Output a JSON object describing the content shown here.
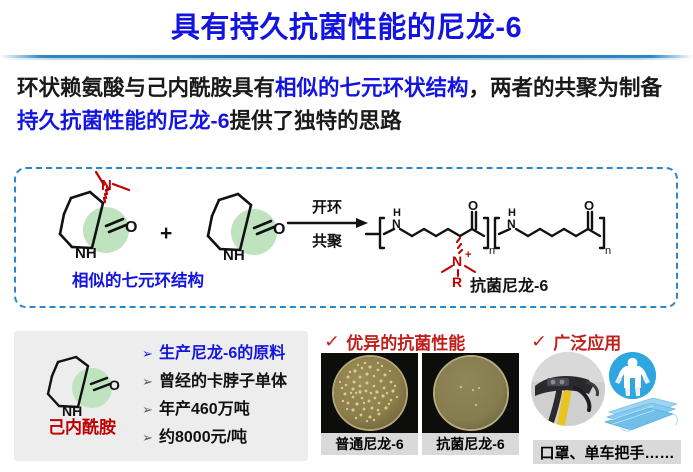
{
  "slide": {
    "title": "具有持久抗菌性能的尼龙-6",
    "lead_line1_a": "环状赖氨酸与己内酰胺具有",
    "lead_line1_hl": "相似的七元环状结构",
    "lead_line1_b": "，两者",
    "lead_line2_a": "的共聚为制备",
    "lead_line2_hl": "持久抗菌性能的尼龙-6",
    "lead_line2_b": "提供了独特的思路"
  },
  "scheme": {
    "label_similar": "相似的七元环结构",
    "label_product": "抗菌尼龙-6",
    "arrow_top": "开环",
    "arrow_bottom": "共聚",
    "plus": "+",
    "atom_N": "N",
    "atom_O": "O",
    "atom_NH": "NH",
    "atom_H": "H",
    "atom_R": "R",
    "charge": "+",
    "subscript_n": "n",
    "colors": {
      "dashed_border": "#2E86C8",
      "red_group": "#C00000",
      "highlight_circle": "#BFE3BE",
      "blue_text": "#1414E0"
    }
  },
  "panel": {
    "caprolactam_label": "己内酰胺",
    "bullets": [
      {
        "arrow": "➢",
        "text": "生产尼龙-6的原料",
        "highlight": true
      },
      {
        "arrow": "➢",
        "text": "曾经的卡脖子单体",
        "highlight": false
      },
      {
        "arrow": "➢",
        "text": "年产460万吨",
        "highlight": false
      },
      {
        "arrow": "➢",
        "text": "约8000元/吨",
        "highlight": false
      }
    ]
  },
  "antibacterial": {
    "check": "✓",
    "heading": "优异的抗菌性能",
    "dishes": [
      {
        "caption": "普通尼龙-6",
        "colonies": "many"
      },
      {
        "caption": "抗菌尼龙-6",
        "colonies": "few"
      }
    ]
  },
  "applications": {
    "check": "✓",
    "heading": "广泛应用",
    "caption": "口罩、单车把手……"
  }
}
